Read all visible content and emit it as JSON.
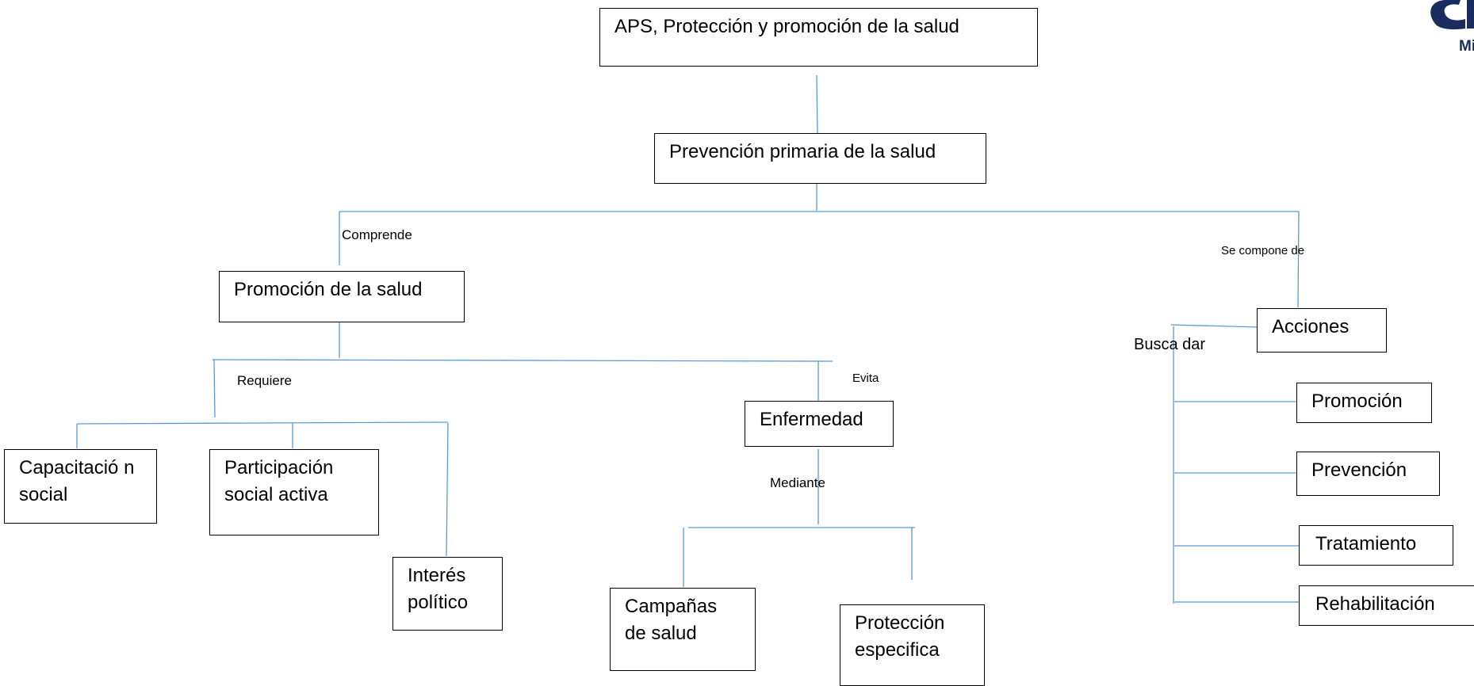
{
  "nodes": {
    "aps": "APS, Protección y promoción de la salud",
    "prevencion_primaria": "Prevención primaria de la salud",
    "promocion_salud": "Promoción de la salud",
    "capacitacion": "Capacitació n social",
    "participacion": "Participación social activa",
    "interes": "Interés político",
    "enfermedad": "Enfermedad",
    "campanas": "Campañas de salud",
    "proteccion": "Protección especifica",
    "acciones": "Acciones",
    "promocion": "Promoción",
    "prevencion": "Prevención",
    "tratamiento": "Tratamiento",
    "rehabilitacion": "Rehabilitación"
  },
  "labels": {
    "comprende": "Comprende",
    "se_compone_de": "Se compone de",
    "requiere": "Requiere",
    "evita": "Evita",
    "mediante": "Mediante",
    "busca_dar": "Busca dar"
  },
  "logo": {
    "text": "Mi",
    "color": "#1a2b5f"
  },
  "colors": {
    "connector": "#5b9bd5",
    "border": "#000000"
  }
}
